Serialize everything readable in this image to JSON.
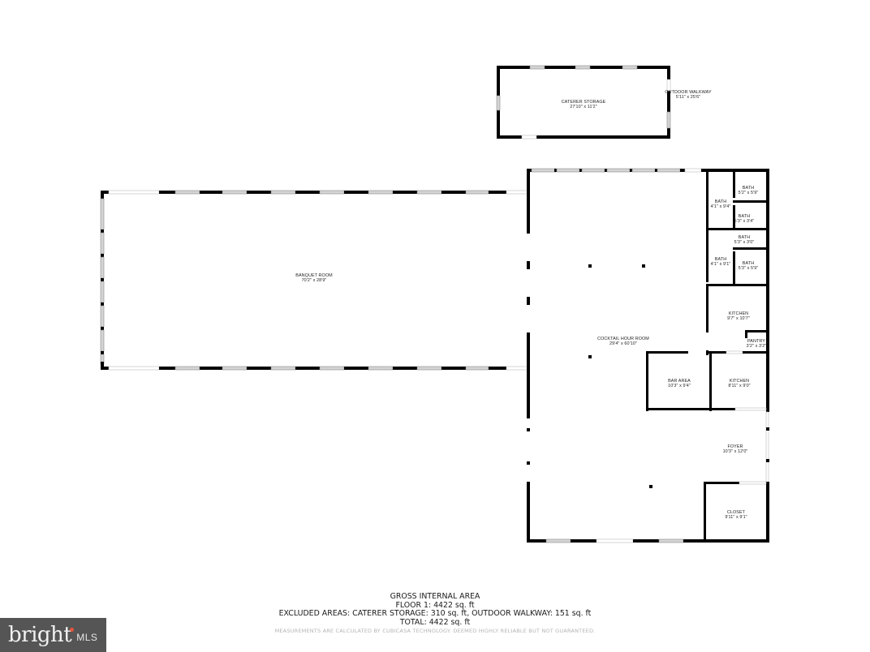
{
  "floor_plan": {
    "rooms": [
      {
        "id": "caterer-storage",
        "name": "CATERER STORAGE",
        "dims": "27'10\" x 11'2\""
      },
      {
        "id": "outdoor-walkway",
        "name": "OUTDOOR WALKWAY",
        "dims": "5'11\" x 25'6\""
      },
      {
        "id": "banquet-room",
        "name": "BANQUET ROOM",
        "dims": "70'2\" x 28'9\""
      },
      {
        "id": "cocktail-hour-room",
        "name": "COCKTAIL HOUR ROOM",
        "dims": "29'4\" x 60'10\""
      },
      {
        "id": "bath-1",
        "name": "BATH",
        "dims": "5'2\" x 5'9\""
      },
      {
        "id": "bath-2",
        "name": "BATH",
        "dims": "4'1\" x 9'4\""
      },
      {
        "id": "bath-3",
        "name": "BATH",
        "dims": "5'3\" x 3'4\""
      },
      {
        "id": "bath-4",
        "name": "BATH",
        "dims": "5'3\" x 3'0\""
      },
      {
        "id": "bath-5",
        "name": "BATH",
        "dims": "4'1\" x 9'1\""
      },
      {
        "id": "bath-6",
        "name": "BATH",
        "dims": "5'3\" x 5'9\""
      },
      {
        "id": "kitchen-1",
        "name": "KITCHEN",
        "dims": "9'7\" x 10'7\""
      },
      {
        "id": "pantry",
        "name": "PANTRY",
        "dims": "3'2\" x 3'2\""
      },
      {
        "id": "bar-area",
        "name": "BAR AREA",
        "dims": "10'3\" x 9'4\""
      },
      {
        "id": "kitchen-2",
        "name": "KITCHEN",
        "dims": "8'11\" x 9'0\""
      },
      {
        "id": "foyer",
        "name": "FOYER",
        "dims": "10'3\" x 12'0\""
      },
      {
        "id": "closet",
        "name": "CLOSET",
        "dims": "9'11\" x 9'1\""
      }
    ]
  },
  "summary": {
    "title": "GROSS INTERNAL AREA",
    "floor": "FLOOR 1: 4422 sq. ft",
    "excluded": "EXCLUDED AREAS: CATERER STORAGE: 310 sq. ft, OUTDOOR WALKWAY: 151 sq. ft",
    "total": "TOTAL: 4422 sq. ft",
    "disclaimer": "MEASUREMENTS ARE CALCULATED BY CUBICASA TECHNOLOGY. DEEMED HIGHLY RELIABLE BUT NOT GUARANTEED."
  },
  "logo": {
    "brand": "bright",
    "suffix": "MLS"
  }
}
